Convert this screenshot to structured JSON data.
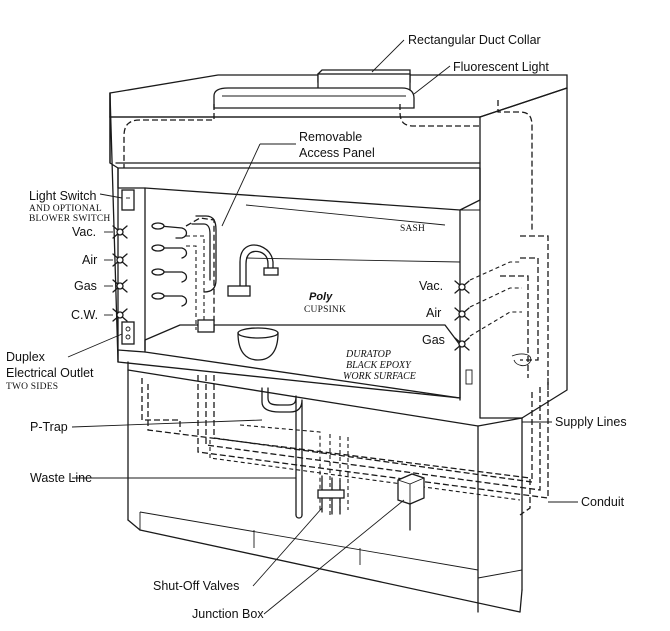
{
  "labels": {
    "rectangular_duct_collar": "Rectangular Duct Collar",
    "fluorescent_light": "Fluorescent Light",
    "removable_access_panel_1": "Removable",
    "removable_access_panel_2": "Access Panel",
    "light_switch": "Light Switch",
    "and_optional": "AND OPTIONAL",
    "blower_switch": "BLOWER SWITCH",
    "vac_left": "Vac.",
    "air_left": "Air",
    "gas_left": "Gas",
    "cw_left": "C.W.",
    "duplex": "Duplex",
    "electrical_outlet": "Electrical Outlet",
    "two_sides": "TWO SIDES",
    "sash": "SASH",
    "poly": "Poly",
    "cupsink": "CUPSINK",
    "vac_right": "Vac.",
    "air_right": "Air",
    "gas_right": "Gas",
    "duratop_1": "DURATOP",
    "duratop_2": "BLACK EPOXY",
    "duratop_3": "WORK SURFACE",
    "p_trap": "P-Trap",
    "supply_lines": "Supply Lines",
    "waste_line": "Waste Line",
    "conduit": "Conduit",
    "shut_off_valves": "Shut-Off Valves",
    "junction_box": "Junction Box"
  }
}
